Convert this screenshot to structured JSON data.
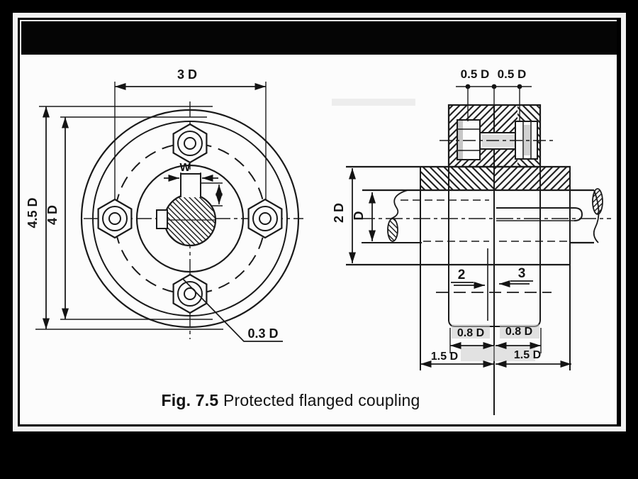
{
  "colors": {
    "canvas": "#000000",
    "frame": "#f2f2f2",
    "page": "#fcfcfc",
    "header_bar": "#050505",
    "ink": "#1a1a1a"
  },
  "caption": {
    "label": "Fig. 7.5",
    "title": "Protected flanged coupling"
  },
  "front_view": {
    "dims": {
      "bolt_circle_pitch": "3 D",
      "outer_diameter": "4.5 D",
      "recess_diameter": "4 D",
      "key_width": "W",
      "bolt_diameter": "0.3 D"
    }
  },
  "section_view": {
    "dims": {
      "flange_thickness_left": "0.5 D",
      "flange_thickness_right": "0.5 D",
      "hub_diameter": "2 D",
      "shaft_diameter": "D",
      "flange_face_left": "2",
      "flange_face_right": "3",
      "bore_length_left": "0.8 D",
      "bore_length_right": "0.8 D",
      "hub_length_left": "1.5 D",
      "hub_length_right": "1.5 D"
    }
  }
}
